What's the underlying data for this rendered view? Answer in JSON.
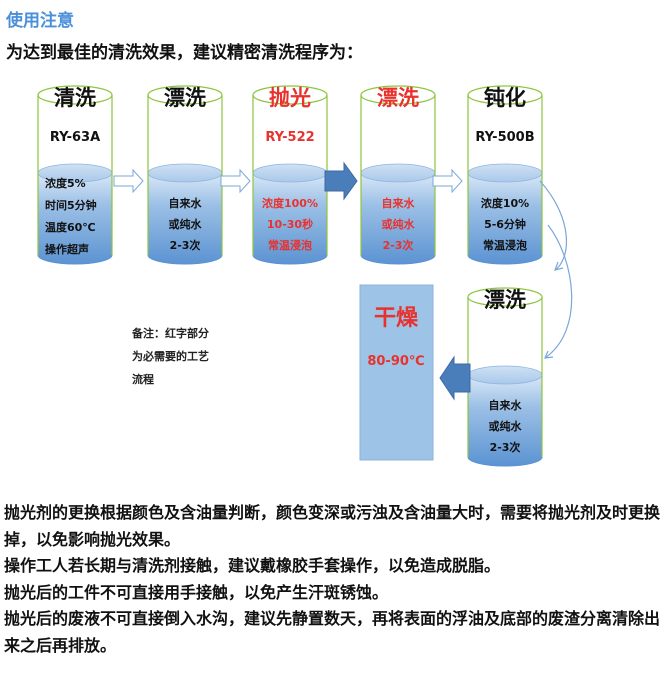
{
  "header": {
    "title": "使用注意",
    "intro": "为达到最佳的清洗效果，建议精密清洗程序为："
  },
  "steps": [
    {
      "name": "清洗",
      "code": "RY-63A",
      "lines": [
        "浓度5%",
        "时间5分钟",
        "温度60℃",
        "操作超声"
      ]
    },
    {
      "name": "漂洗",
      "code": "",
      "lines": [
        "自来水",
        "或纯水",
        "2-3次"
      ]
    },
    {
      "name": "抛光",
      "code": "RY-522",
      "lines": [
        "浓度100%",
        "10-30秒",
        "常温浸泡"
      ]
    },
    {
      "name": "漂洗",
      "code": "",
      "lines": [
        "自来水",
        "或纯水",
        "2-3次"
      ]
    },
    {
      "name": "钝化",
      "code": "RY-500B",
      "lines": [
        "浓度10%",
        "5-6分钟",
        "常温浸泡"
      ]
    },
    {
      "name": "漂洗",
      "code": "",
      "lines": [
        "自来水",
        "或纯水",
        "2-3次"
      ]
    }
  ],
  "dry": {
    "name": "干燥",
    "temp": "80-90℃"
  },
  "note": "备注：红字部分\n为必需要的工艺\n流程",
  "footer": [
    "抛光剂的更换根据颜色及含油量判断，颜色变深或污浊及含油量大时，需要将抛光剂及时更换掉，以免影响抛光效果。",
    "操作工人若长期与清洗剂接触，建议戴橡胶手套操作，以免造成脱脂。",
    "抛光后的工件不可直接用手接触，以免产生汗斑锈蚀。",
    "抛光后的废液不可直接倒入水沟，建议先静置数天，再将表面的浮油及底部的废渣分离清除出来之后再排放。"
  ],
  "colors": {
    "accent": "#4a90d9",
    "red": "#e8322e",
    "cylinder_edge": "#8cc63e",
    "liquid": "#5b9bd5",
    "dry_box": "#9dc3e6",
    "arrow": "#4a7ebb"
  }
}
